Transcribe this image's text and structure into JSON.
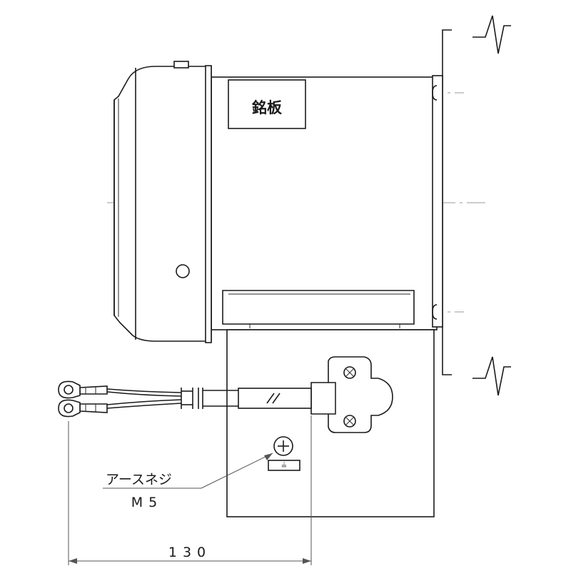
{
  "labels": {
    "nameplate": "銘板",
    "earth_screw_name": "アースネジ",
    "earth_screw_size": "M5",
    "dimension_130": "130",
    "earth_mark": "≟"
  }
}
